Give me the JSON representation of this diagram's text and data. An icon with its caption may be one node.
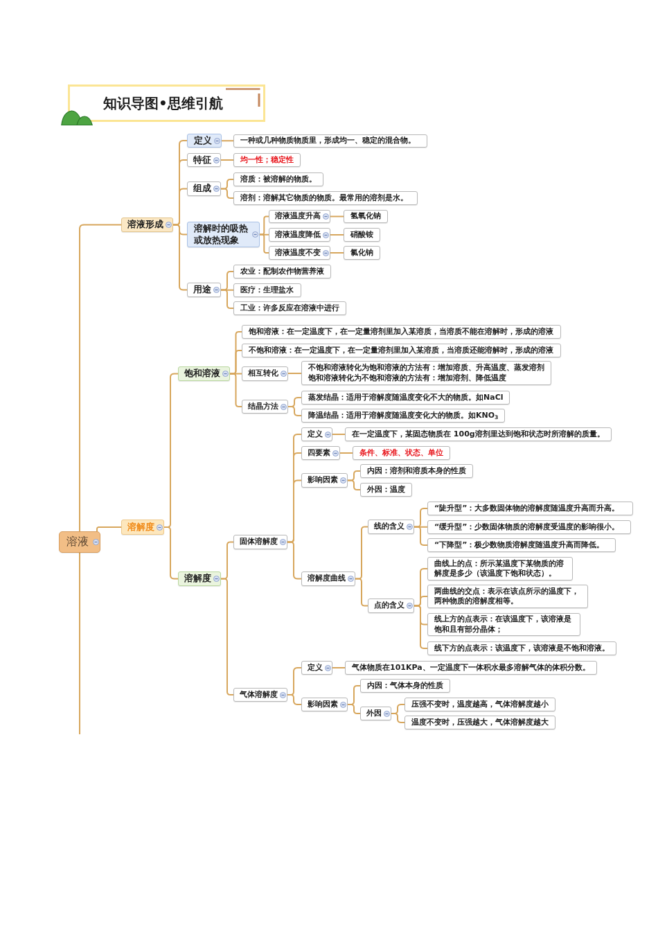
{
  "diagram": {
    "title": "知识导图•思维引航",
    "nodes": [
      {
        "text": [
          "溶液"
        ]
      },
      {
        "text": [
          "溶液形成"
        ]
      },
      {
        "text": [
          "定义"
        ]
      },
      {
        "text": [
          "一种或几种物质物质里，形成**均一**、**稳定**的**混合**物。"
        ]
      },
      {
        "text": [
          "特征"
        ]
      },
      {
        "text": [
          "均一性；稳定性"
        ]
      },
      {
        "text": [
          "组成"
        ]
      },
      {
        "text": [
          "溶质：被溶解的物质。"
        ]
      },
      {
        "text": [
          "溶剂：溶解其它物质的物质。最常用的溶剂是**水**。"
        ]
      },
      {
        "text": [
          "溶解时的吸热或放热现象"
        ]
      },
      {
        "text": [
          "溶液温度**升高**"
        ]
      },
      {
        "text": [
          "氢氧化钠"
        ]
      },
      {
        "text": [
          "溶液温度**降低**"
        ]
      },
      {
        "text": [
          "硝酸铵"
        ]
      },
      {
        "text": [
          "溶液温度**不变**"
        ]
      },
      {
        "text": [
          "氯化钠"
        ]
      },
      {
        "text": [
          "用途"
        ]
      },
      {
        "text": [
          "农业：配制农作物营养液"
        ]
      },
      {
        "text": [
          "医疗：生理盐水"
        ]
      },
      {
        "text": [
          "工业：许多反应在溶液中进行"
        ]
      },
      {
        "text": [
          "溶解度"
        ]
      },
      {
        "text": [
          "饱和溶液"
        ]
      },
      {
        "text": [
          "饱和溶液：在一定温度下，在一定量溶剂里加入某溶质，当溶质不能在溶解时，形成的溶液"
        ]
      },
      {
        "text": [
          "不饱和溶液：在一定温度下，在一定量溶剂里加入某溶质，当溶质还能溶解时，形成的溶液"
        ]
      },
      {
        "text": [
          "相互转化"
        ]
      },
      {
        "text": [
          "不饱和溶液转化为饱和溶液的方法有：**增加溶质、升高温度、蒸发溶剂**",
          "饱和溶液转化为不饱和溶液的方法有：**增加溶剂、降低温度**"
        ]
      },
      {
        "text": [
          "结晶方法"
        ]
      },
      {
        "text": [
          "蒸发结晶：适用于溶解度随温度变化**不大**的物质。如NaCl"
        ]
      },
      {
        "text": [
          "降温结晶：适用于溶解度随温度变化**大**的物质。如KNO$_{3}$"
        ]
      },
      {
        "text": [
          "溶解度"
        ]
      },
      {
        "text": [
          "固体溶解度"
        ]
      },
      {
        "text": [
          "定义"
        ]
      },
      {
        "text": [
          "在一定温度下，某固态物质在 100g溶剂里达到饱和状态时所溶解的质量。"
        ]
      },
      {
        "text": [
          "四要素"
        ]
      },
      {
        "text": [
          "条件、标准、状态、单位"
        ]
      },
      {
        "text": [
          "影响因素"
        ]
      },
      {
        "text": [
          "内因：溶剂和溶质本身的性质"
        ]
      },
      {
        "text": [
          "外因：**温度**"
        ]
      },
      {
        "text": [
          "溶解度曲线"
        ]
      },
      {
        "text": [
          "线的含义"
        ]
      },
      {
        "text": [
          "“陡升型”：大多数固体物的溶解度随温度升高而升高。"
        ]
      },
      {
        "text": [
          "“缓升型”：少数固体物质的溶解度受温度的影响很小。"
        ]
      },
      {
        "text": [
          "“下降型”：极少数物质溶解度随温度升高而降低。"
        ]
      },
      {
        "text": [
          "点的含义"
        ]
      },
      {
        "text": [
          "曲线上的点：所示某温度下某物质的溶解度是多少（该温度下饱和状态）。"
        ]
      },
      {
        "text": [
          "两曲线的交点：表示在该点所示的温度下，两种物质的溶解度相等。"
        ]
      },
      {
        "text": [
          "线上方的点表示：在该温度下，该溶液是饱和且有部分晶体；"
        ]
      },
      {
        "text": [
          "线下方的点表示：该温度下，该溶液是不饱和溶液。"
        ]
      },
      {
        "text": [
          "气体溶解度"
        ]
      },
      {
        "text": [
          "定义"
        ]
      },
      {
        "text": [
          "气体物质在101KPa、一定温度下一体积水最多溶解气体的**体积分数**。"
        ]
      },
      {
        "text": [
          "影响因素"
        ]
      },
      {
        "text": [
          "内因：气体本身的性质"
        ]
      },
      {
        "text": [
          "外因"
        ]
      },
      {
        "text": [
          "压强不变时，温度越高，气体溶解度**越小**"
        ]
      },
      {
        "text": [
          "温度不变时，压强越大，气体溶解度**越大**"
        ]
      }
    ],
    "edges": [
      {
        "from": 0,
        "to": 1,
        "arrow": "none"
      },
      {
        "from": 0,
        "to": 20,
        "arrow": "none"
      },
      {
        "from": 1,
        "to": 2,
        "arrow": "none"
      },
      {
        "from": 2,
        "to": 3,
        "arrow": "none"
      },
      {
        "from": 1,
        "to": 4,
        "arrow": "none"
      },
      {
        "from": 4,
        "to": 5,
        "arrow": "none"
      },
      {
        "from": 1,
        "to": 6,
        "arrow": "none"
      },
      {
        "from": 6,
        "to": 7,
        "arrow": "none"
      },
      {
        "from": 6,
        "to": 8,
        "arrow": "none"
      },
      {
        "from": 1,
        "to": 9,
        "arrow": "none"
      },
      {
        "from": 9,
        "to": 10,
        "arrow": "none"
      },
      {
        "from": 10,
        "to": 11,
        "arrow": "none"
      },
      {
        "from": 9,
        "to": 12,
        "arrow": "none"
      },
      {
        "from": 12,
        "to": 13,
        "arrow": "none"
      },
      {
        "from": 9,
        "to": 14,
        "arrow": "none"
      },
      {
        "from": 14,
        "to": 15,
        "arrow": "none"
      },
      {
        "from": 1,
        "to": 16,
        "arrow": "none"
      },
      {
        "from": 16,
        "to": 17,
        "arrow": "none"
      },
      {
        "from": 16,
        "to": 18,
        "arrow": "none"
      },
      {
        "from": 16,
        "to": 19,
        "arrow": "none"
      },
      {
        "from": 20,
        "to": 21,
        "arrow": "none"
      },
      {
        "from": 21,
        "to": 22,
        "arrow": "none"
      },
      {
        "from": 21,
        "to": 23,
        "arrow": "none"
      },
      {
        "from": 21,
        "to": 24,
        "arrow": "none"
      },
      {
        "from": 24,
        "to": 25,
        "arrow": "none"
      },
      {
        "from": 21,
        "to": 26,
        "arrow": "none"
      },
      {
        "from": 26,
        "to": 27,
        "arrow": "none"
      },
      {
        "from": 26,
        "to": 28,
        "arrow": "none"
      },
      {
        "from": 20,
        "to": 29,
        "arrow": "none"
      },
      {
        "from": 29,
        "to": 30,
        "arrow": "none"
      },
      {
        "from": 30,
        "to": 31,
        "arrow": "none"
      },
      {
        "from": 31,
        "to": 32,
        "arrow": "none"
      },
      {
        "from": 30,
        "to": 33,
        "arrow": "none"
      },
      {
        "from": 33,
        "to": 34,
        "arrow": "none"
      },
      {
        "from": 30,
        "to": 35,
        "arrow": "none"
      },
      {
        "from": 35,
        "to": 36,
        "arrow": "none"
      },
      {
        "from": 35,
        "to": 37,
        "arrow": "none"
      },
      {
        "from": 30,
        "to": 38,
        "arrow": "none"
      },
      {
        "from": 38,
        "to": 39,
        "arrow": "none"
      },
      {
        "from": 39,
        "to": 40,
        "arrow": "none"
      },
      {
        "from": 39,
        "to": 41,
        "arrow": "none"
      },
      {
        "from": 39,
        "to": 42,
        "arrow": "none"
      },
      {
        "from": 38,
        "to": 43,
        "arrow": "none"
      },
      {
        "from": 43,
        "to": 44,
        "arrow": "none"
      },
      {
        "from": 43,
        "to": 45,
        "arrow": "none"
      },
      {
        "from": 43,
        "to": 46,
        "arrow": "none"
      },
      {
        "from": 43,
        "to": 47,
        "arrow": "none"
      },
      {
        "from": 29,
        "to": 48,
        "arrow": "none"
      },
      {
        "from": 48,
        "to": 49,
        "arrow": "none"
      },
      {
        "from": 49,
        "to": 50,
        "arrow": "none"
      },
      {
        "from": 48,
        "to": 51,
        "arrow": "none"
      },
      {
        "from": 51,
        "to": 52,
        "arrow": "none"
      },
      {
        "from": 51,
        "to": 53,
        "arrow": "none"
      },
      {
        "from": 53,
        "to": 54,
        "arrow": "none"
      },
      {
        "from": 53,
        "to": 55,
        "arrow": "none"
      },
      {
        "from": 0,
        "to": null,
        "arrow": "none"
      }
    ]
  }
}
